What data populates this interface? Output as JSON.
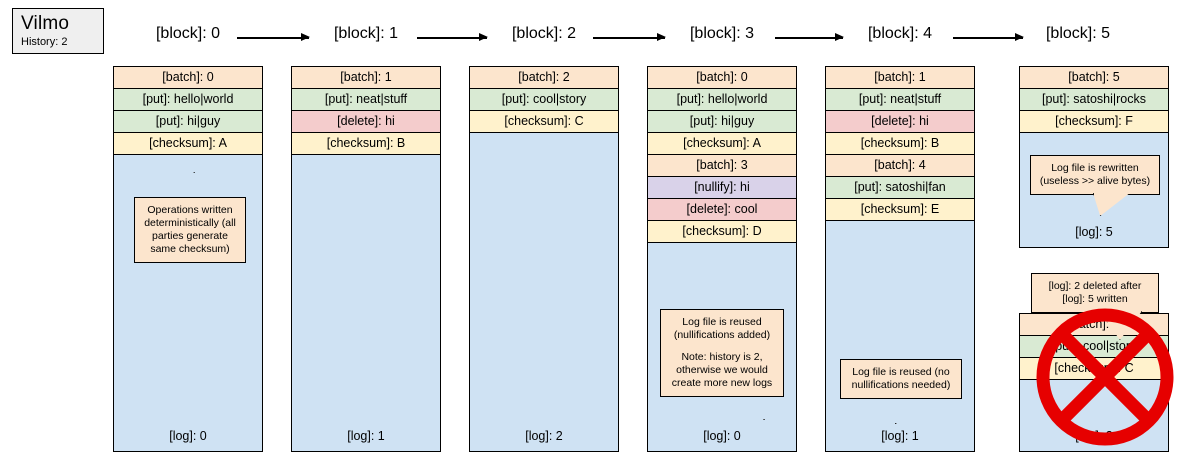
{
  "legend": {
    "title": "Vilmo",
    "subtitle": "History: 2"
  },
  "blocks": [
    {
      "header": "[block]: 0"
    },
    {
      "header": "[block]: 1"
    },
    {
      "header": "[block]: 2"
    },
    {
      "header": "[block]: 3"
    },
    {
      "header": "[block]: 4"
    },
    {
      "header": "[block]: 5"
    }
  ],
  "panels": [
    {
      "log_label": "[log]: 0",
      "rows": [
        {
          "kind": "batch",
          "text": "[batch]: 0"
        },
        {
          "kind": "put",
          "text": "[put]: hello|world"
        },
        {
          "kind": "put",
          "text": "[put]: hi|guy"
        },
        {
          "kind": "checksum",
          "text": "[checksum]: A"
        }
      ],
      "callout": "Operations written deterministically (all parties generate same checksum)"
    },
    {
      "log_label": "[log]: 1",
      "rows": [
        {
          "kind": "batch",
          "text": "[batch]: 1"
        },
        {
          "kind": "put",
          "text": "[put]: neat|stuff"
        },
        {
          "kind": "delete",
          "text": "[delete]: hi"
        },
        {
          "kind": "checksum",
          "text": "[checksum]: B"
        }
      ]
    },
    {
      "log_label": "[log]: 2",
      "rows": [
        {
          "kind": "batch",
          "text": "[batch]: 2"
        },
        {
          "kind": "put",
          "text": "[put]: cool|story"
        },
        {
          "kind": "checksum",
          "text": "[checksum]: C"
        }
      ]
    },
    {
      "log_label": "[log]: 0",
      "rows": [
        {
          "kind": "batch",
          "text": "[batch]: 0"
        },
        {
          "kind": "put",
          "text": "[put]: hello|world"
        },
        {
          "kind": "put",
          "text": "[put]: hi|guy"
        },
        {
          "kind": "checksum",
          "text": "[checksum]: A"
        },
        {
          "kind": "batch",
          "text": "[batch]: 3"
        },
        {
          "kind": "nullify",
          "text": "[nullify]: hi"
        },
        {
          "kind": "delete",
          "text": "[delete]: cool"
        },
        {
          "kind": "checksum",
          "text": "[checksum]: D"
        }
      ],
      "callout_line1": "Log file is reused",
      "callout_line2": "(nullifications added)",
      "callout_line3": "Note: history is 2,",
      "callout_line4": "otherwise we would",
      "callout_line5": "create more new logs"
    },
    {
      "log_label": "[log]: 1",
      "rows": [
        {
          "kind": "batch",
          "text": "[batch]: 1"
        },
        {
          "kind": "put",
          "text": "[put]: neat|stuff"
        },
        {
          "kind": "delete",
          "text": "[delete]: hi"
        },
        {
          "kind": "checksum",
          "text": "[checksum]: B"
        },
        {
          "kind": "batch",
          "text": "[batch]: 4"
        },
        {
          "kind": "put",
          "text": "[put]: satoshi|fan"
        },
        {
          "kind": "checksum",
          "text": "[checksum]: E"
        }
      ],
      "callout": "Log file is reused (no nullifications needed)"
    },
    {
      "log_label": "[log]: 5",
      "rows": [
        {
          "kind": "batch",
          "text": "[batch]: 5"
        },
        {
          "kind": "put",
          "text": "[put]: satoshi|rocks"
        },
        {
          "kind": "checksum",
          "text": "[checksum]: F"
        }
      ],
      "callout_line1": "Log file is rewritten",
      "callout_line2": "(useless >> alive bytes)"
    }
  ],
  "deleted_panel": {
    "log_label": "[log]: 2",
    "rows": [
      {
        "kind": "batch",
        "text": "[batch]: 2"
      },
      {
        "kind": "put",
        "text": "[put]: cool|story"
      },
      {
        "kind": "checksum",
        "text": "[checksum]: C"
      }
    ],
    "callout_line1": "[log]: 2 deleted after",
    "callout_line2": "[log]: 5 written",
    "mark_color": "#e60000"
  }
}
